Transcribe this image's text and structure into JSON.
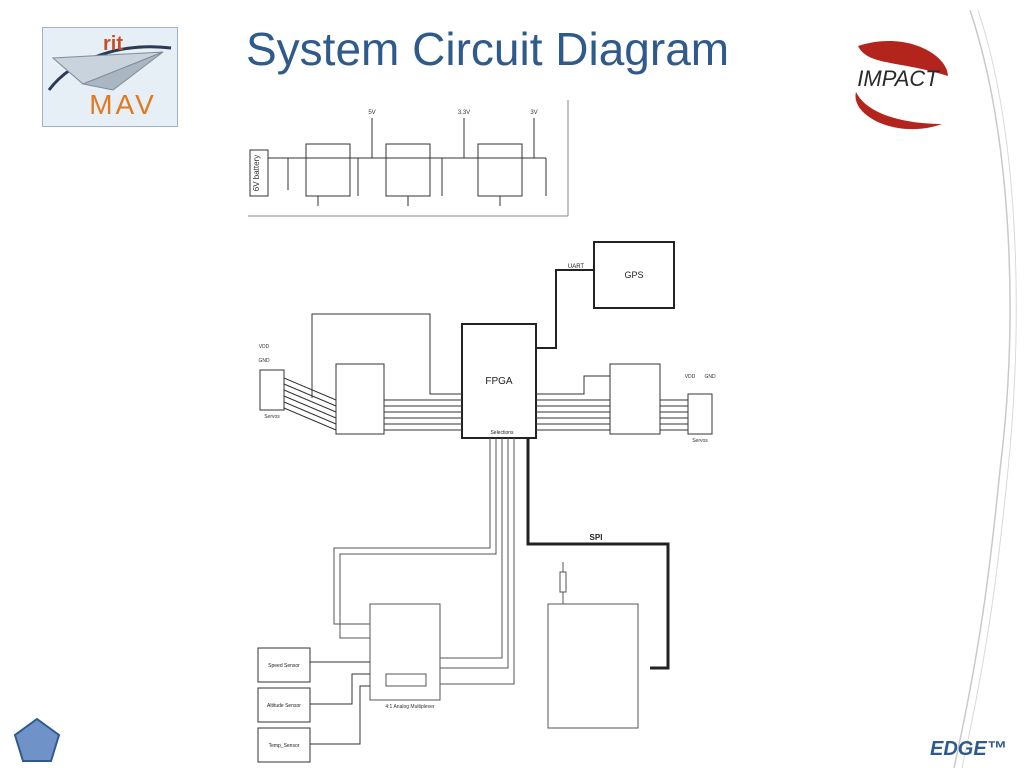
{
  "slide": {
    "title": "System Circuit Diagram",
    "footer_brand": "EDGE™"
  },
  "logos": {
    "rit_top": "rit",
    "rit_bottom": "MAV",
    "impact": "IMPACT"
  },
  "colors": {
    "title": "#2f5b8c",
    "impact_red": "#b3241c",
    "rit_orange": "#e07a20",
    "nav_pentagon": "#6f93c9"
  },
  "power_panel": {
    "battery_label": "6V battery",
    "rail_labels": [
      "5V",
      "3.3V",
      "3V"
    ]
  },
  "diagram": {
    "fpga": "FPGA",
    "gps": "GPS",
    "uart": "UART",
    "spi": "SPI",
    "selections": "Selections",
    "mux_label": "4:1 Analog Multiplexer",
    "sensors": [
      "Speed Sensor",
      "Altitude Sensor",
      "Temp_Sensor"
    ],
    "servos_left": "Servos",
    "servos_right": "Servos",
    "vdd": "VDD",
    "gnd": "GND"
  }
}
